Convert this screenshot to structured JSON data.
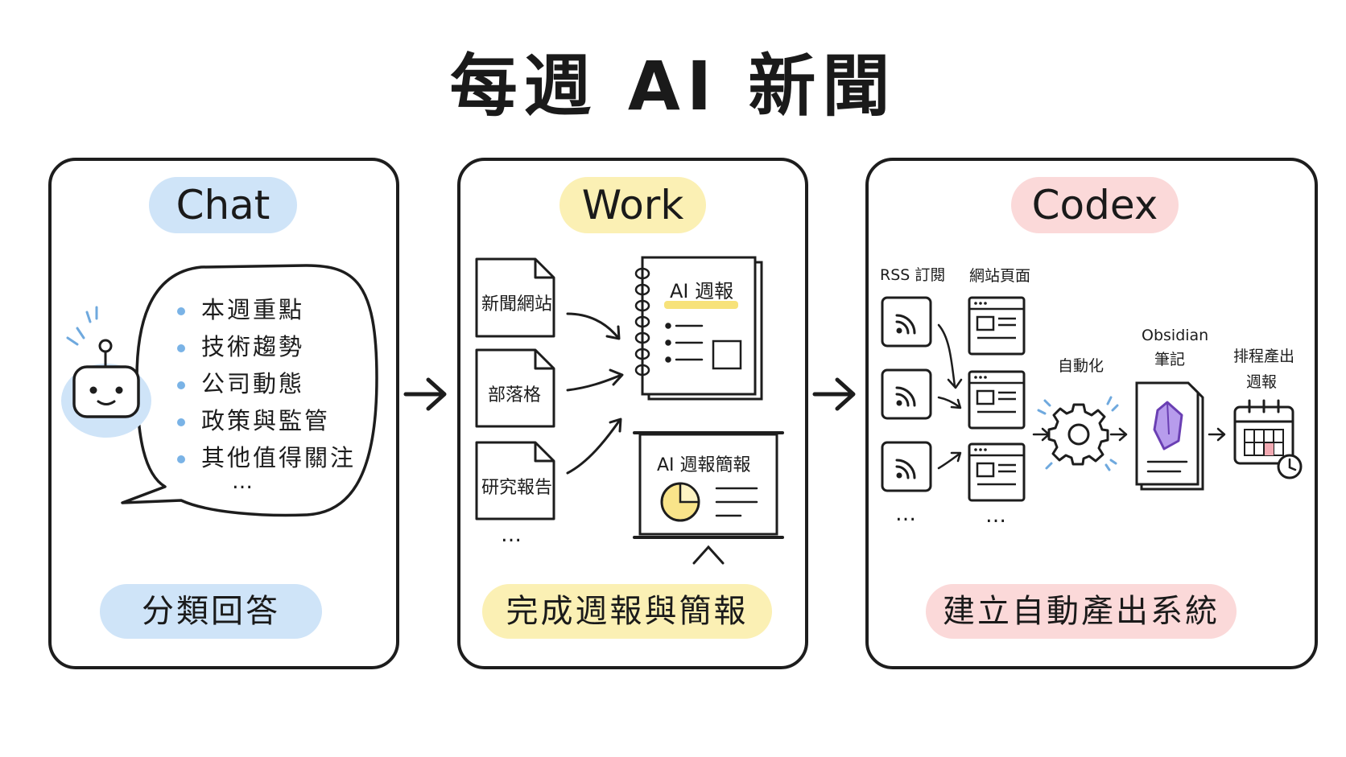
{
  "title": "每週 AI 新聞",
  "colors": {
    "blue": "#cfe4f8",
    "yellow": "#fbf0b4",
    "pink": "#fbd9d9",
    "accent_purple": "#7d4fc4"
  },
  "chat": {
    "header": "Chat",
    "topics": [
      "本週重點",
      "技術趨勢",
      "公司動態",
      "政策與監管",
      "其他值得關注"
    ],
    "more": "…",
    "footer": "分類回答",
    "icons": [
      "robot-icon",
      "speech-bubble-icon"
    ]
  },
  "work": {
    "header": "Work",
    "sources": [
      "新聞網站",
      "部落格",
      "研究報告"
    ],
    "sources_more": "…",
    "notebook_title": "AI 週報",
    "slide_title": "AI 週報簡報",
    "footer": "完成週報與簡報",
    "icons": [
      "document-icon",
      "notebook-icon",
      "presentation-icon",
      "pie-chart-icon"
    ]
  },
  "codex": {
    "header": "Codex",
    "rss_label": "RSS 訂閱",
    "web_label": "網站頁面",
    "automation_label": "自動化",
    "obsidian_label_1": "Obsidian",
    "obsidian_label_2": "筆記",
    "schedule_label_1": "排程產出",
    "schedule_label_2": "週報",
    "rss_more": "…",
    "web_more": "…",
    "footer": "建立自動產出系統",
    "icons": [
      "rss-icon",
      "webpage-icon",
      "gear-icon",
      "obsidian-icon",
      "calendar-clock-icon"
    ]
  }
}
